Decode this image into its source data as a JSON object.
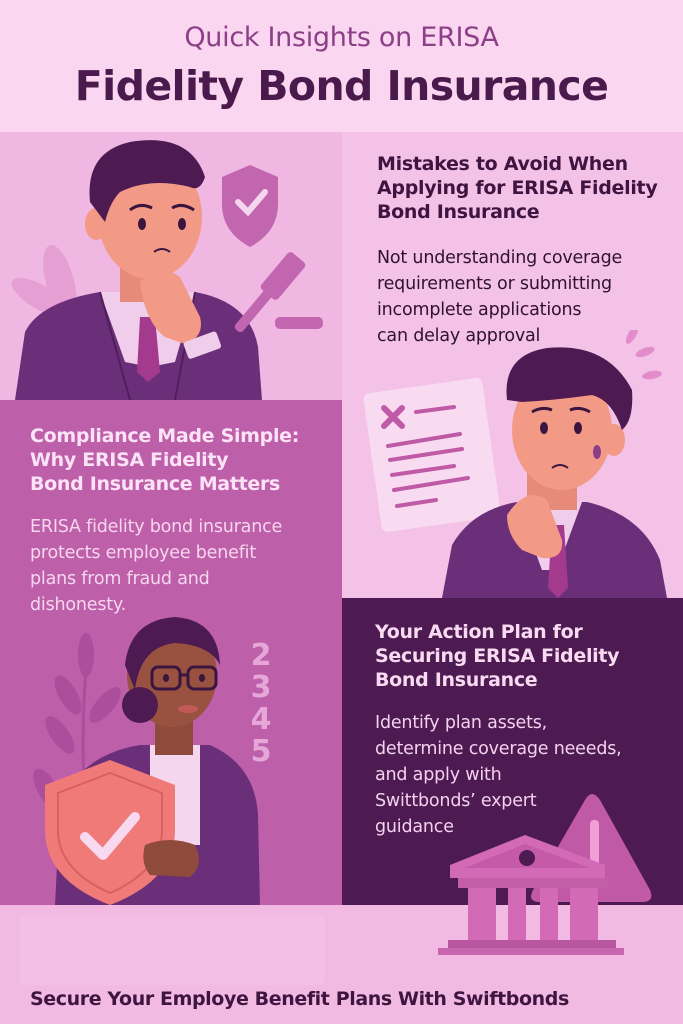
{
  "header": {
    "subtitle": "Quick Insights on ERISA",
    "title": "Fidelity Bond Insurance"
  },
  "sections": {
    "mistakes": {
      "title": "Mistakes to Avoid When Applying for ERISA Fidelity Bond Insurance",
      "title_lines": [
        "Mistakes to Avoid When",
        "Applying for ERISA Fidelity",
        "Bond Insurance"
      ],
      "body_lines": [
        "Not understanding coverage",
        "requirements or submitting",
        "incomplete applications",
        "can delay approval"
      ]
    },
    "compliance": {
      "title_lines": [
        "Compliance Made Simple:",
        "Why ERISA Fidelity",
        "Bond Insurance Matters"
      ],
      "body_lines": [
        "ERISA fidelity bond insurance",
        "protects employee benefit",
        "plans from fraud and",
        "dishonesty."
      ]
    },
    "action": {
      "title_lines": [
        "Your Action Plan for",
        "Securing ERISA Fidelity",
        "Bond Insurance"
      ],
      "body_lines": [
        "Identify plan assets,",
        "determine coverage neeeds,",
        "and apply with",
        "Swittbonds’ expert",
        "guidance"
      ]
    }
  },
  "decor": {
    "numbers": [
      "2",
      "3",
      "4",
      "5"
    ]
  },
  "footer": {
    "text": "Secure Your Employe Benefit Plans With Swiftbonds"
  },
  "colors": {
    "header_bg": "#fbd6f1",
    "dark_purple": "#4d1a52",
    "mid_magenta": "#bd5fa9",
    "light_pink": "#efb7e2",
    "suit_purple": "#6a2f78",
    "skin": "#f39a86",
    "coral_shield": "#f07a78"
  }
}
